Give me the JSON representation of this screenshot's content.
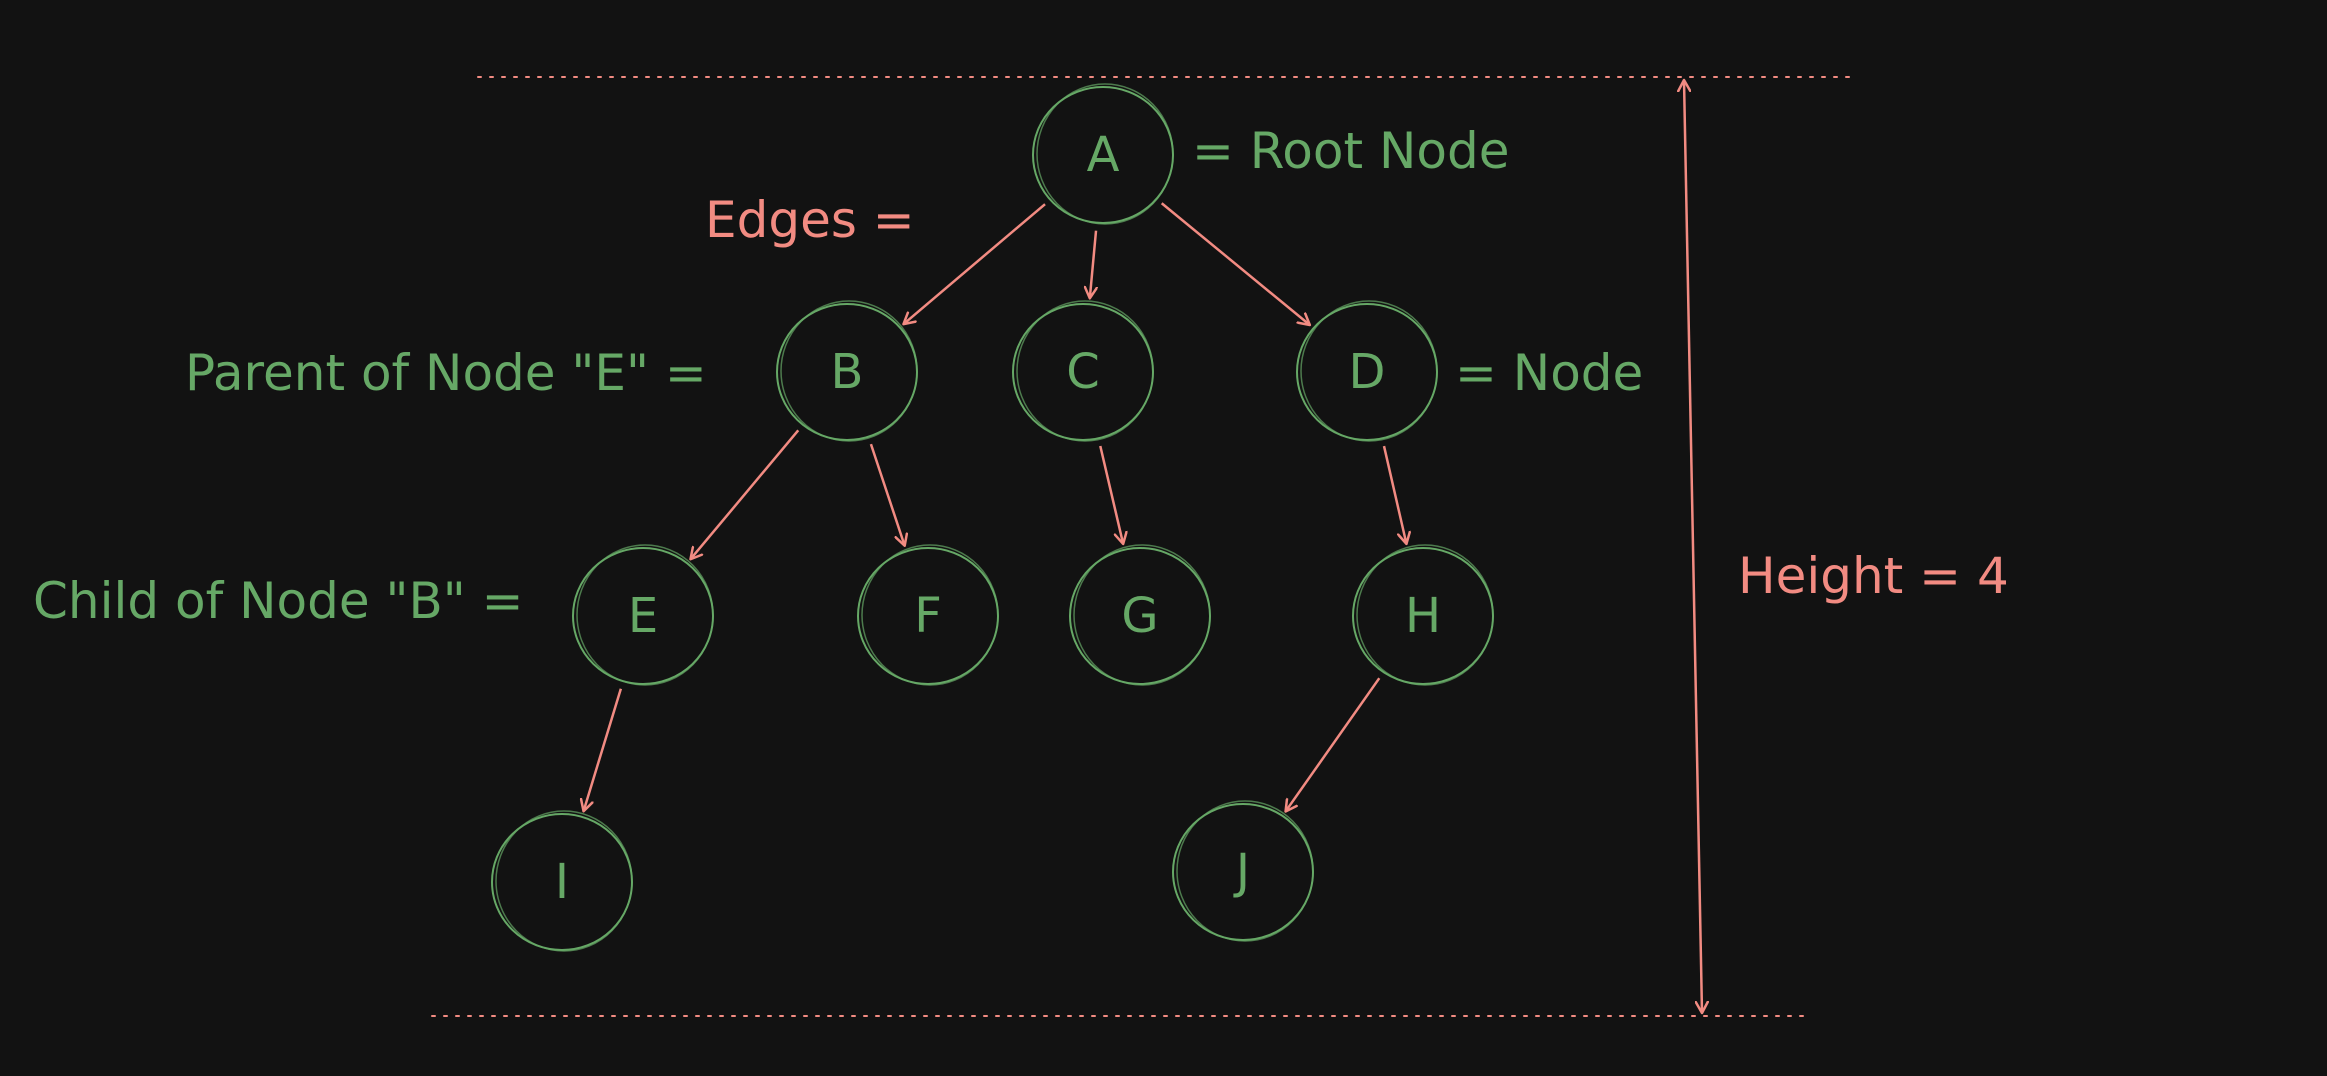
{
  "colors": {
    "background": "#121212",
    "node": "#66a866",
    "annotation_green": "#66a866",
    "annotation_red": "#f28b82"
  },
  "nodes": [
    {
      "id": "A",
      "label": "A"
    },
    {
      "id": "B",
      "label": "B"
    },
    {
      "id": "C",
      "label": "C"
    },
    {
      "id": "D",
      "label": "D"
    },
    {
      "id": "E",
      "label": "E"
    },
    {
      "id": "F",
      "label": "F"
    },
    {
      "id": "G",
      "label": "G"
    },
    {
      "id": "H",
      "label": "H"
    },
    {
      "id": "I",
      "label": "I"
    },
    {
      "id": "J",
      "label": "J"
    }
  ],
  "edges": [
    {
      "from": "A",
      "to": "B"
    },
    {
      "from": "A",
      "to": "C"
    },
    {
      "from": "A",
      "to": "D"
    },
    {
      "from": "B",
      "to": "E"
    },
    {
      "from": "B",
      "to": "F"
    },
    {
      "from": "C",
      "to": "G"
    },
    {
      "from": "D",
      "to": "H"
    },
    {
      "from": "E",
      "to": "I"
    },
    {
      "from": "H",
      "to": "J"
    }
  ],
  "annotations": {
    "root": "= Root Node",
    "edges": "Edges =",
    "parent": "Parent of Node \"E\" =",
    "node": "= Node",
    "child": "Child of Node \"B\" =",
    "height": "Height = 4"
  }
}
